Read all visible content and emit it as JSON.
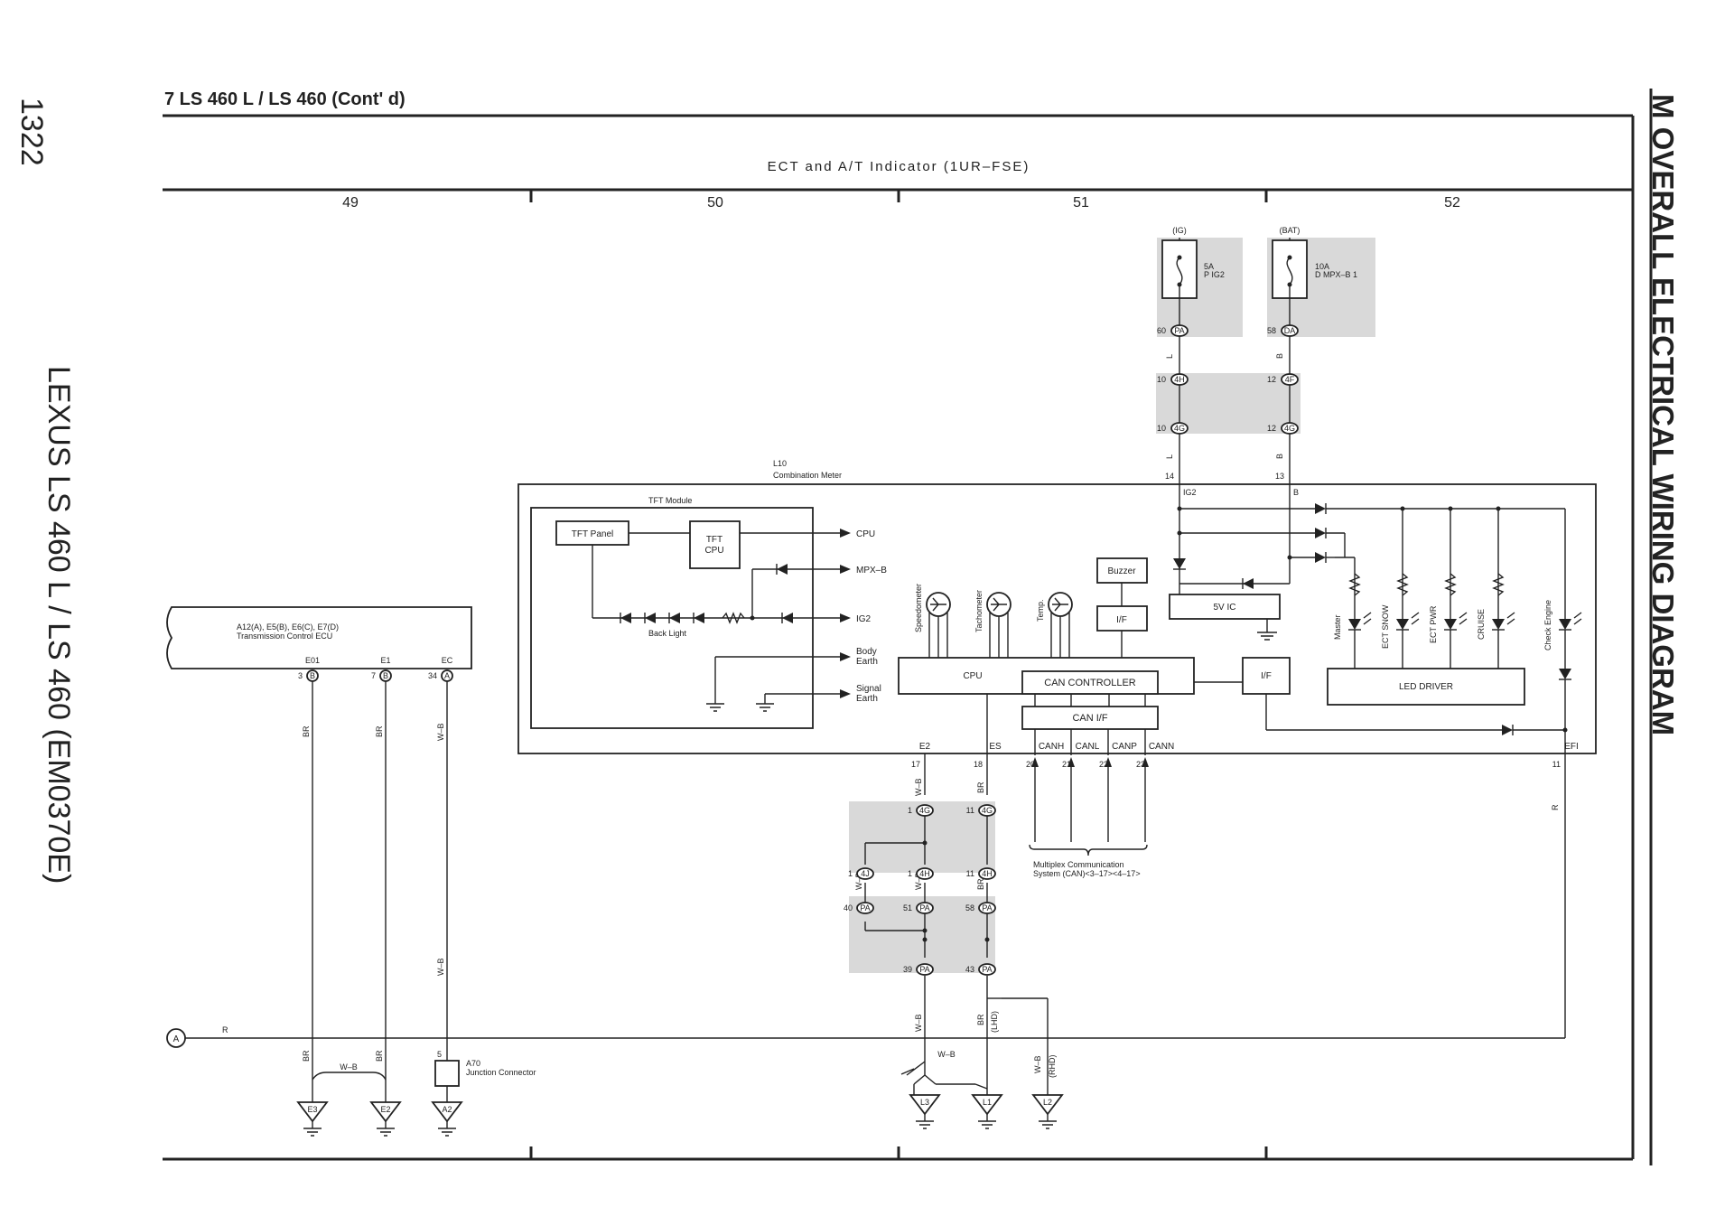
{
  "page": {
    "number": "1322",
    "model_vertical": "LEXUS LS 460 L / LS 460 (EM0370E)",
    "section_vertical": "M OVERALL ELECTRICAL WIRING DIAGRAM",
    "heading": "7  LS 460 L / LS 460 (Cont' d)",
    "system_title": "ECT and A/T Indicator (1UR–FSE)",
    "grid_columns": [
      "49",
      "50",
      "51",
      "52"
    ]
  },
  "fuses": [
    {
      "source": "(IG)",
      "rating": "5A",
      "name": "P IG2",
      "pin": "60",
      "conn": "PA"
    },
    {
      "source": "(BAT)",
      "rating": "10A",
      "name": "D MPX–B 1",
      "pin": "58",
      "conn": "DA"
    }
  ],
  "ecu": {
    "id": "A12(A), E5(B), E6(C), E7(D)",
    "name": "Transmission Control ECU",
    "terminals": [
      {
        "name": "E01",
        "pin": "3",
        "conn": "B",
        "wire": "BR"
      },
      {
        "name": "E1",
        "pin": "7",
        "conn": "B",
        "wire": "BR"
      },
      {
        "name": "EC",
        "pin": "34",
        "conn": "A",
        "wire": "W–B"
      }
    ]
  },
  "meter": {
    "id": "L10",
    "name": "Combination Meter",
    "tft_module": "TFT Module",
    "tft_panel": "TFT Panel",
    "tft_cpu_1": "TFT",
    "tft_cpu_2": "CPU",
    "back_light": "Back Light",
    "out_cpu": "CPU",
    "out_mpxb": "MPX–B",
    "out_ig2": "IG2",
    "out_body_1": "Body",
    "out_body_2": "Earth",
    "out_sig_1": "Signal",
    "out_sig_2": "Earth",
    "gauges": [
      "Speedometer",
      "Tachometer",
      "Temp."
    ],
    "buzzer": "Buzzer",
    "if_label": "I/F",
    "if2_label": "I/F",
    "cpu_label": "CPU",
    "can_controller": "CAN CONTROLLER",
    "can_if": "CAN I/F",
    "ic5v": "5V IC",
    "led_driver": "LED DRIVER",
    "leds": [
      "Master",
      "ECT SNOW",
      "ECT PWR",
      "CRUISE",
      "Check Engine"
    ],
    "pin_ig2": "IG2",
    "pin_b": "B",
    "pin_ig2_num": "14",
    "pin_b_num": "13",
    "bottom_pins": [
      {
        "name": "E2",
        "num": "17"
      },
      {
        "name": "ES",
        "num": "18"
      },
      {
        "name": "CANH",
        "num": "20"
      },
      {
        "name": "CANL",
        "num": "21"
      },
      {
        "name": "CANP",
        "num": "22"
      },
      {
        "name": "CANN",
        "num": "23"
      },
      {
        "name": "EFI",
        "num": "11"
      }
    ]
  },
  "junctions": {
    "top": [
      {
        "pin": "10",
        "conn": "4H"
      },
      {
        "pin": "12",
        "conn": "4F"
      },
      {
        "pin": "10",
        "conn": "4G"
      },
      {
        "pin": "12",
        "conn": "4G"
      }
    ],
    "bottom": [
      {
        "pin": "1",
        "conn": "4G"
      },
      {
        "pin": "11",
        "conn": "4G"
      },
      {
        "pin": "1",
        "conn": "4J"
      },
      {
        "pin": "1",
        "conn": "4H"
      },
      {
        "pin": "11",
        "conn": "4H"
      },
      {
        "pin": "40",
        "conn": "PA"
      },
      {
        "pin": "51",
        "conn": "PA"
      },
      {
        "pin": "58",
        "conn": "PA"
      },
      {
        "pin": "39",
        "conn": "PA"
      },
      {
        "pin": "43",
        "conn": "PA"
      }
    ]
  },
  "wires": {
    "L": "L",
    "B": "B",
    "R": "R",
    "BR": "BR",
    "WB": "W–B",
    "LHD": "(LHD)",
    "RHD": "(RHD)"
  },
  "multiplex_1": "Multiplex Communication",
  "multiplex_2": "System (CAN)<3–17><4–17>",
  "junction_connector": {
    "id": "A70",
    "name": "Junction Connector",
    "pin": "5"
  },
  "reference_marker": "A",
  "grounds": [
    "E3",
    "E2",
    "A2",
    "L3",
    "L1",
    "L2"
  ]
}
